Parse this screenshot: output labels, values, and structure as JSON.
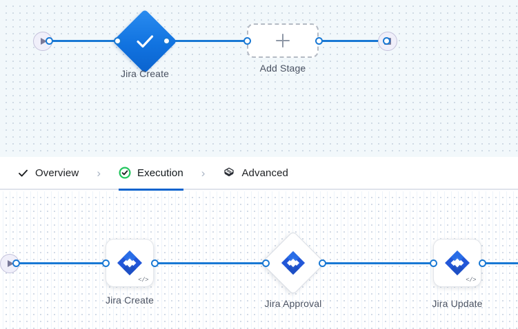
{
  "tabs": {
    "items": [
      {
        "label": "Overview",
        "icon": "check-icon",
        "active": false
      },
      {
        "label": "Execution",
        "icon": "check-circle-icon",
        "active": true
      },
      {
        "label": "Advanced",
        "icon": "layers-hexagon-icon",
        "active": false
      }
    ],
    "separator": "›",
    "active_underline_color": "#0b63ce"
  },
  "top_pipeline": {
    "start_button": {
      "icon": "play-icon",
      "name": "start"
    },
    "end_button": {
      "icon": "stop-icon",
      "name": "end"
    },
    "nodes": [
      {
        "label": "Jira Create",
        "shape": "diamond",
        "state": "success",
        "icon": "check-icon",
        "color": "#1173e0"
      },
      {
        "label": "Add Stage",
        "shape": "rounded-dashed",
        "state": "empty",
        "icon": "plus-icon"
      }
    ]
  },
  "bottom_pipeline": {
    "start_button": {
      "icon": "play-icon",
      "name": "start"
    },
    "nodes": [
      {
        "label": "Jira Create",
        "shape": "rounded-square",
        "icon": "jira-icon",
        "badge": "</>",
        "color": "#2257d8"
      },
      {
        "label": "Jira Approval",
        "shape": "diamond",
        "icon": "jira-icon",
        "badge": "",
        "color": "#2257d8"
      },
      {
        "label": "Jira Update",
        "shape": "rounded-square",
        "icon": "jira-icon",
        "badge": "</>",
        "color": "#2257d8"
      }
    ]
  },
  "colors": {
    "edge": "#1878d4",
    "accent": "#0b63ce",
    "success": "#22c55e",
    "jira_blue": "#2257d8",
    "canvas_top_bg": "#f2f8fb",
    "canvas_bottom_bg": "#ffffff"
  }
}
